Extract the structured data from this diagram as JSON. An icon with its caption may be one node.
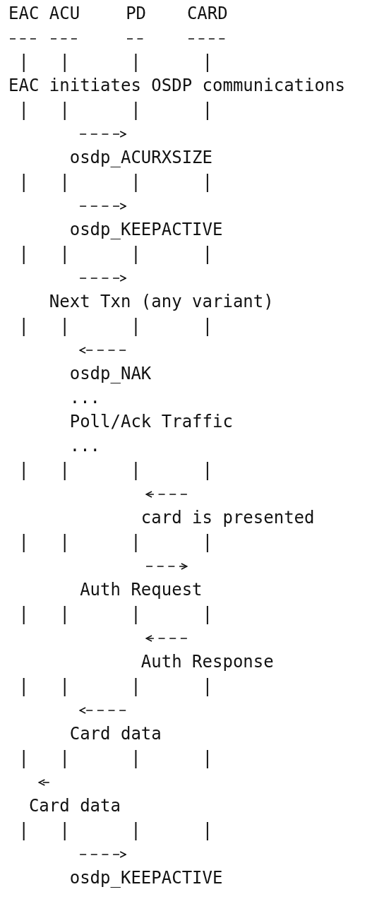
{
  "diagram": {
    "nodes": [
      {
        "text": [
          "EAC"
        ]
      },
      {
        "text": [
          "ACU"
        ]
      },
      {
        "text": [
          "PD"
        ]
      },
      {
        "text": [
          "CARD"
        ]
      }
    ],
    "edges": [
      {
        "from": 1,
        "to": 2,
        "arrow": "to",
        "label": "osdp_ACURXSIZE",
        "style": "dashed"
      },
      {
        "from": 1,
        "to": 2,
        "arrow": "to",
        "label": "osdp_KEEPACTIVE",
        "style": "dashed"
      },
      {
        "from": 1,
        "to": 2,
        "arrow": "to",
        "label": "Next Txn (any variant)",
        "style": "dashed"
      },
      {
        "from": 2,
        "to": 1,
        "arrow": "to",
        "label": "osdp_NAK",
        "style": "dashed"
      },
      {
        "from": 3,
        "to": 2,
        "arrow": "to",
        "label": "card is presented",
        "style": "dashed"
      },
      {
        "from": 2,
        "to": 3,
        "arrow": "to",
        "label": "Auth Request",
        "style": "dashed"
      },
      {
        "from": 3,
        "to": 2,
        "arrow": "to",
        "label": "Auth Response",
        "style": "dashed"
      },
      {
        "from": 2,
        "to": 1,
        "arrow": "to",
        "label": "Card data",
        "style": "dashed"
      },
      {
        "from": 1,
        "to": 0,
        "arrow": "to",
        "label": "Card data",
        "style": "dashed"
      },
      {
        "from": 1,
        "to": 2,
        "arrow": "to",
        "label": "osdp_KEEPACTIVE",
        "style": "dashed"
      }
    ],
    "labels": [
      "EAC initiates OSDP communications",
      "...",
      "Poll/Ack Traffic",
      "..."
    ]
  }
}
